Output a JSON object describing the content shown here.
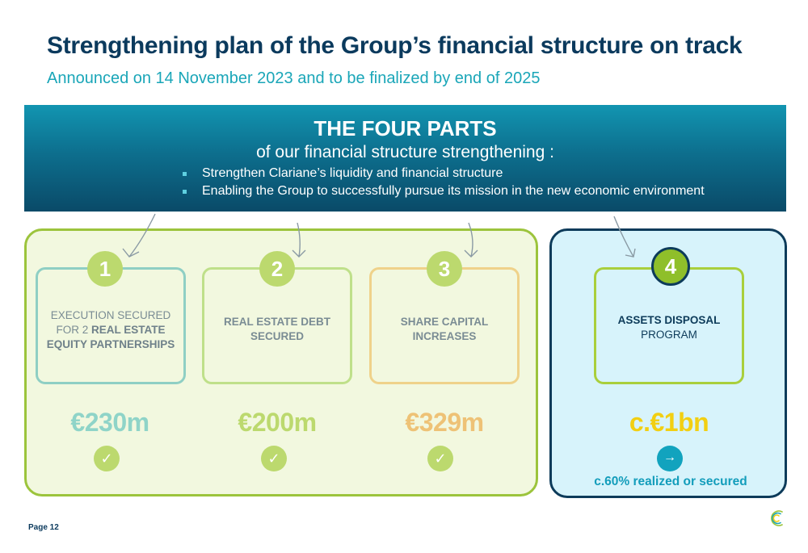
{
  "header": {
    "title": "Strengthening plan of the Group’s financial structure on track",
    "subtitle": "Announced on 14 November 2023 and to be finalized by end of 2025"
  },
  "banner": {
    "title": "THE FOUR PARTS",
    "subtitle": "of our financial structure strengthening :",
    "bullets": [
      "Strengthen Clariane’s liquidity and financial structure",
      "Enabling the Group to successfully pursue its mission in the new economic environment"
    ]
  },
  "parts": [
    {
      "number": "1",
      "line1": "EXECUTION SECURED",
      "line2_normal": "FOR 2 ",
      "line2_bold": "REAL ESTATE",
      "line3_bold": "EQUITY PARTNERSHIPS",
      "amount": "€230m",
      "status": "check",
      "color": "#7fcdbf"
    },
    {
      "number": "2",
      "line1_bold": "REAL ESTATE DEBT",
      "line2_bold": "SECURED",
      "amount": "€200m",
      "status": "check",
      "color": "#b4d86a"
    },
    {
      "number": "3",
      "line1_bold": "SHARE CAPITAL",
      "line2_bold": "INCREASES",
      "amount": "€329m",
      "status": "check",
      "color": "#e9c36a"
    },
    {
      "number": "4",
      "line1_bold": "ASSETS DISPOSAL",
      "line2": "PROGRAM",
      "amount": "c.€1bn",
      "status": "arrow",
      "status_text": "c.60% realized or secured",
      "color": "#f2cf12"
    }
  ],
  "footer": {
    "page": "Page 12"
  },
  "icons": {
    "check": "check-icon",
    "arrow": "arrow-right-icon",
    "logo": "clariane-logo"
  }
}
